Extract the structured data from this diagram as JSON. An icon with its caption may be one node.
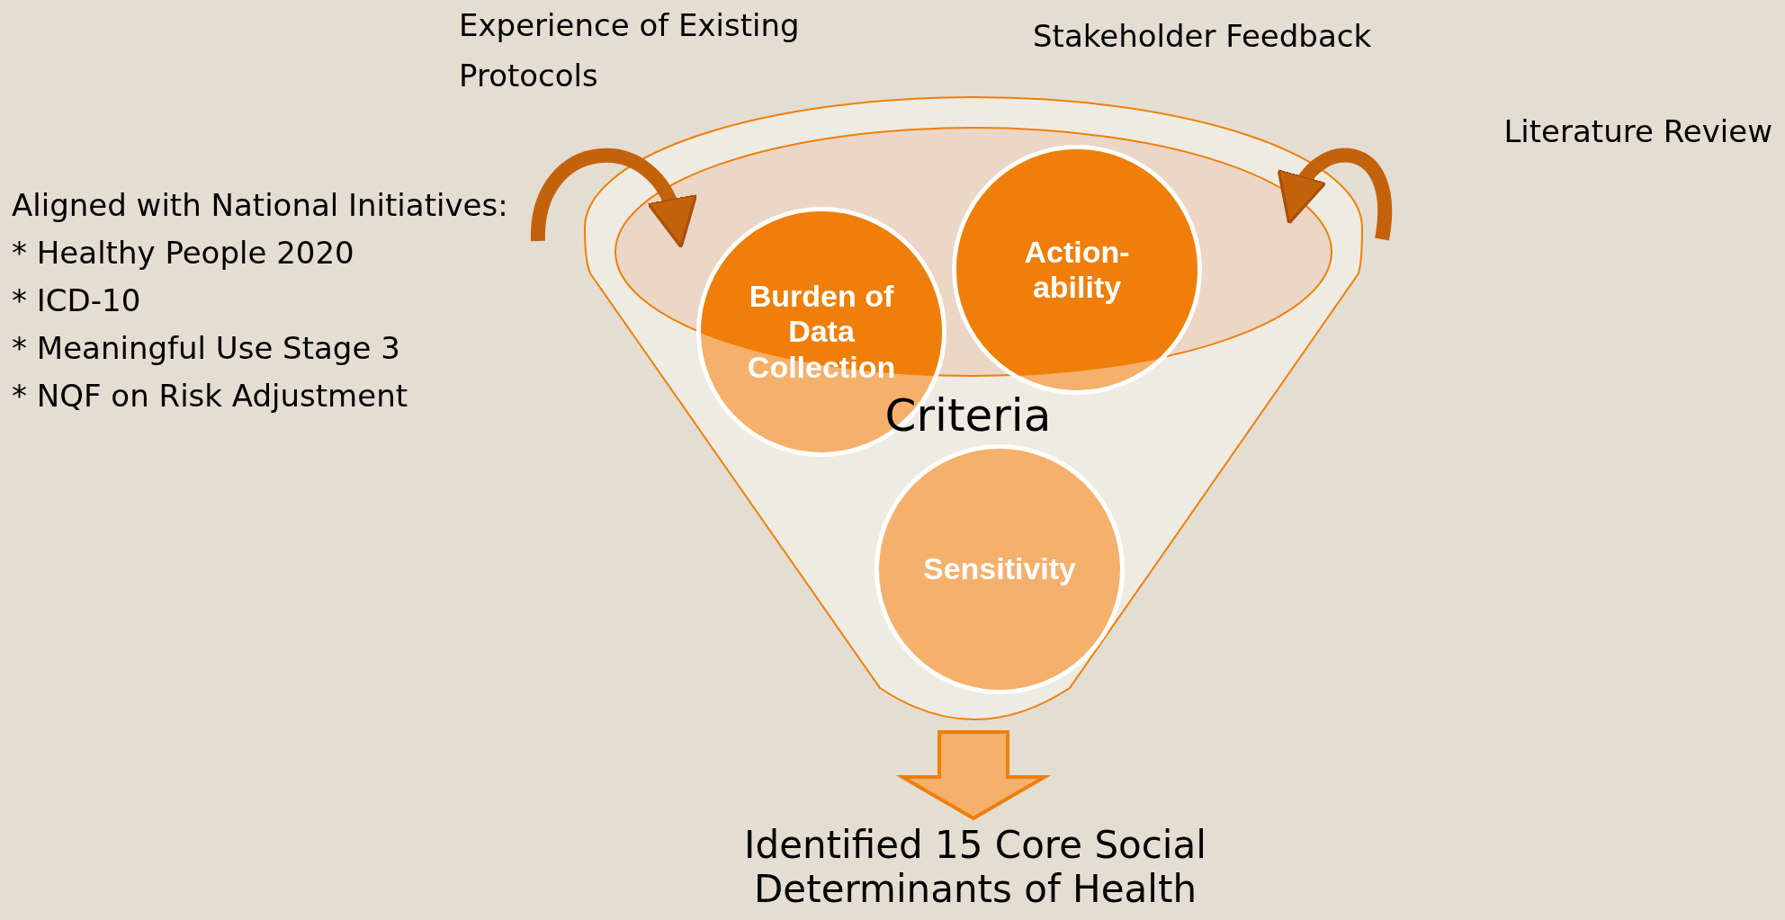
{
  "diagram": {
    "nodes": [
      {
        "text": [
          "Criteria"
        ]
      },
      {
        "text": [
          "Burden of Data Collection"
        ],
        "in": 0
      },
      {
        "text": [
          "Action-ability"
        ],
        "in": 0
      },
      {
        "text": [
          "Sensitivity"
        ],
        "in": 0
      },
      {
        "text": [
          "Identified 15 Core Social Determinants of Health"
        ]
      }
    ],
    "edges": [
      {
        "from": 0,
        "to": 4,
        "arrow": "to",
        "style": "thick",
        "color": "#f5b06b"
      },
      {
        "from": null,
        "to": 0,
        "arrow": "to"
      },
      {
        "from": null,
        "to": 0,
        "arrow": "to"
      }
    ],
    "labels": [
      "Experience of Existing Protocols",
      "Stakeholder Feedback",
      "Literature Review",
      "Aligned with National Initiatives:",
      "* Healthy People 2020",
      "* ICD-10",
      "* Meaningful Use Stage 3",
      "* NQF on Risk Adjustment"
    ]
  }
}
